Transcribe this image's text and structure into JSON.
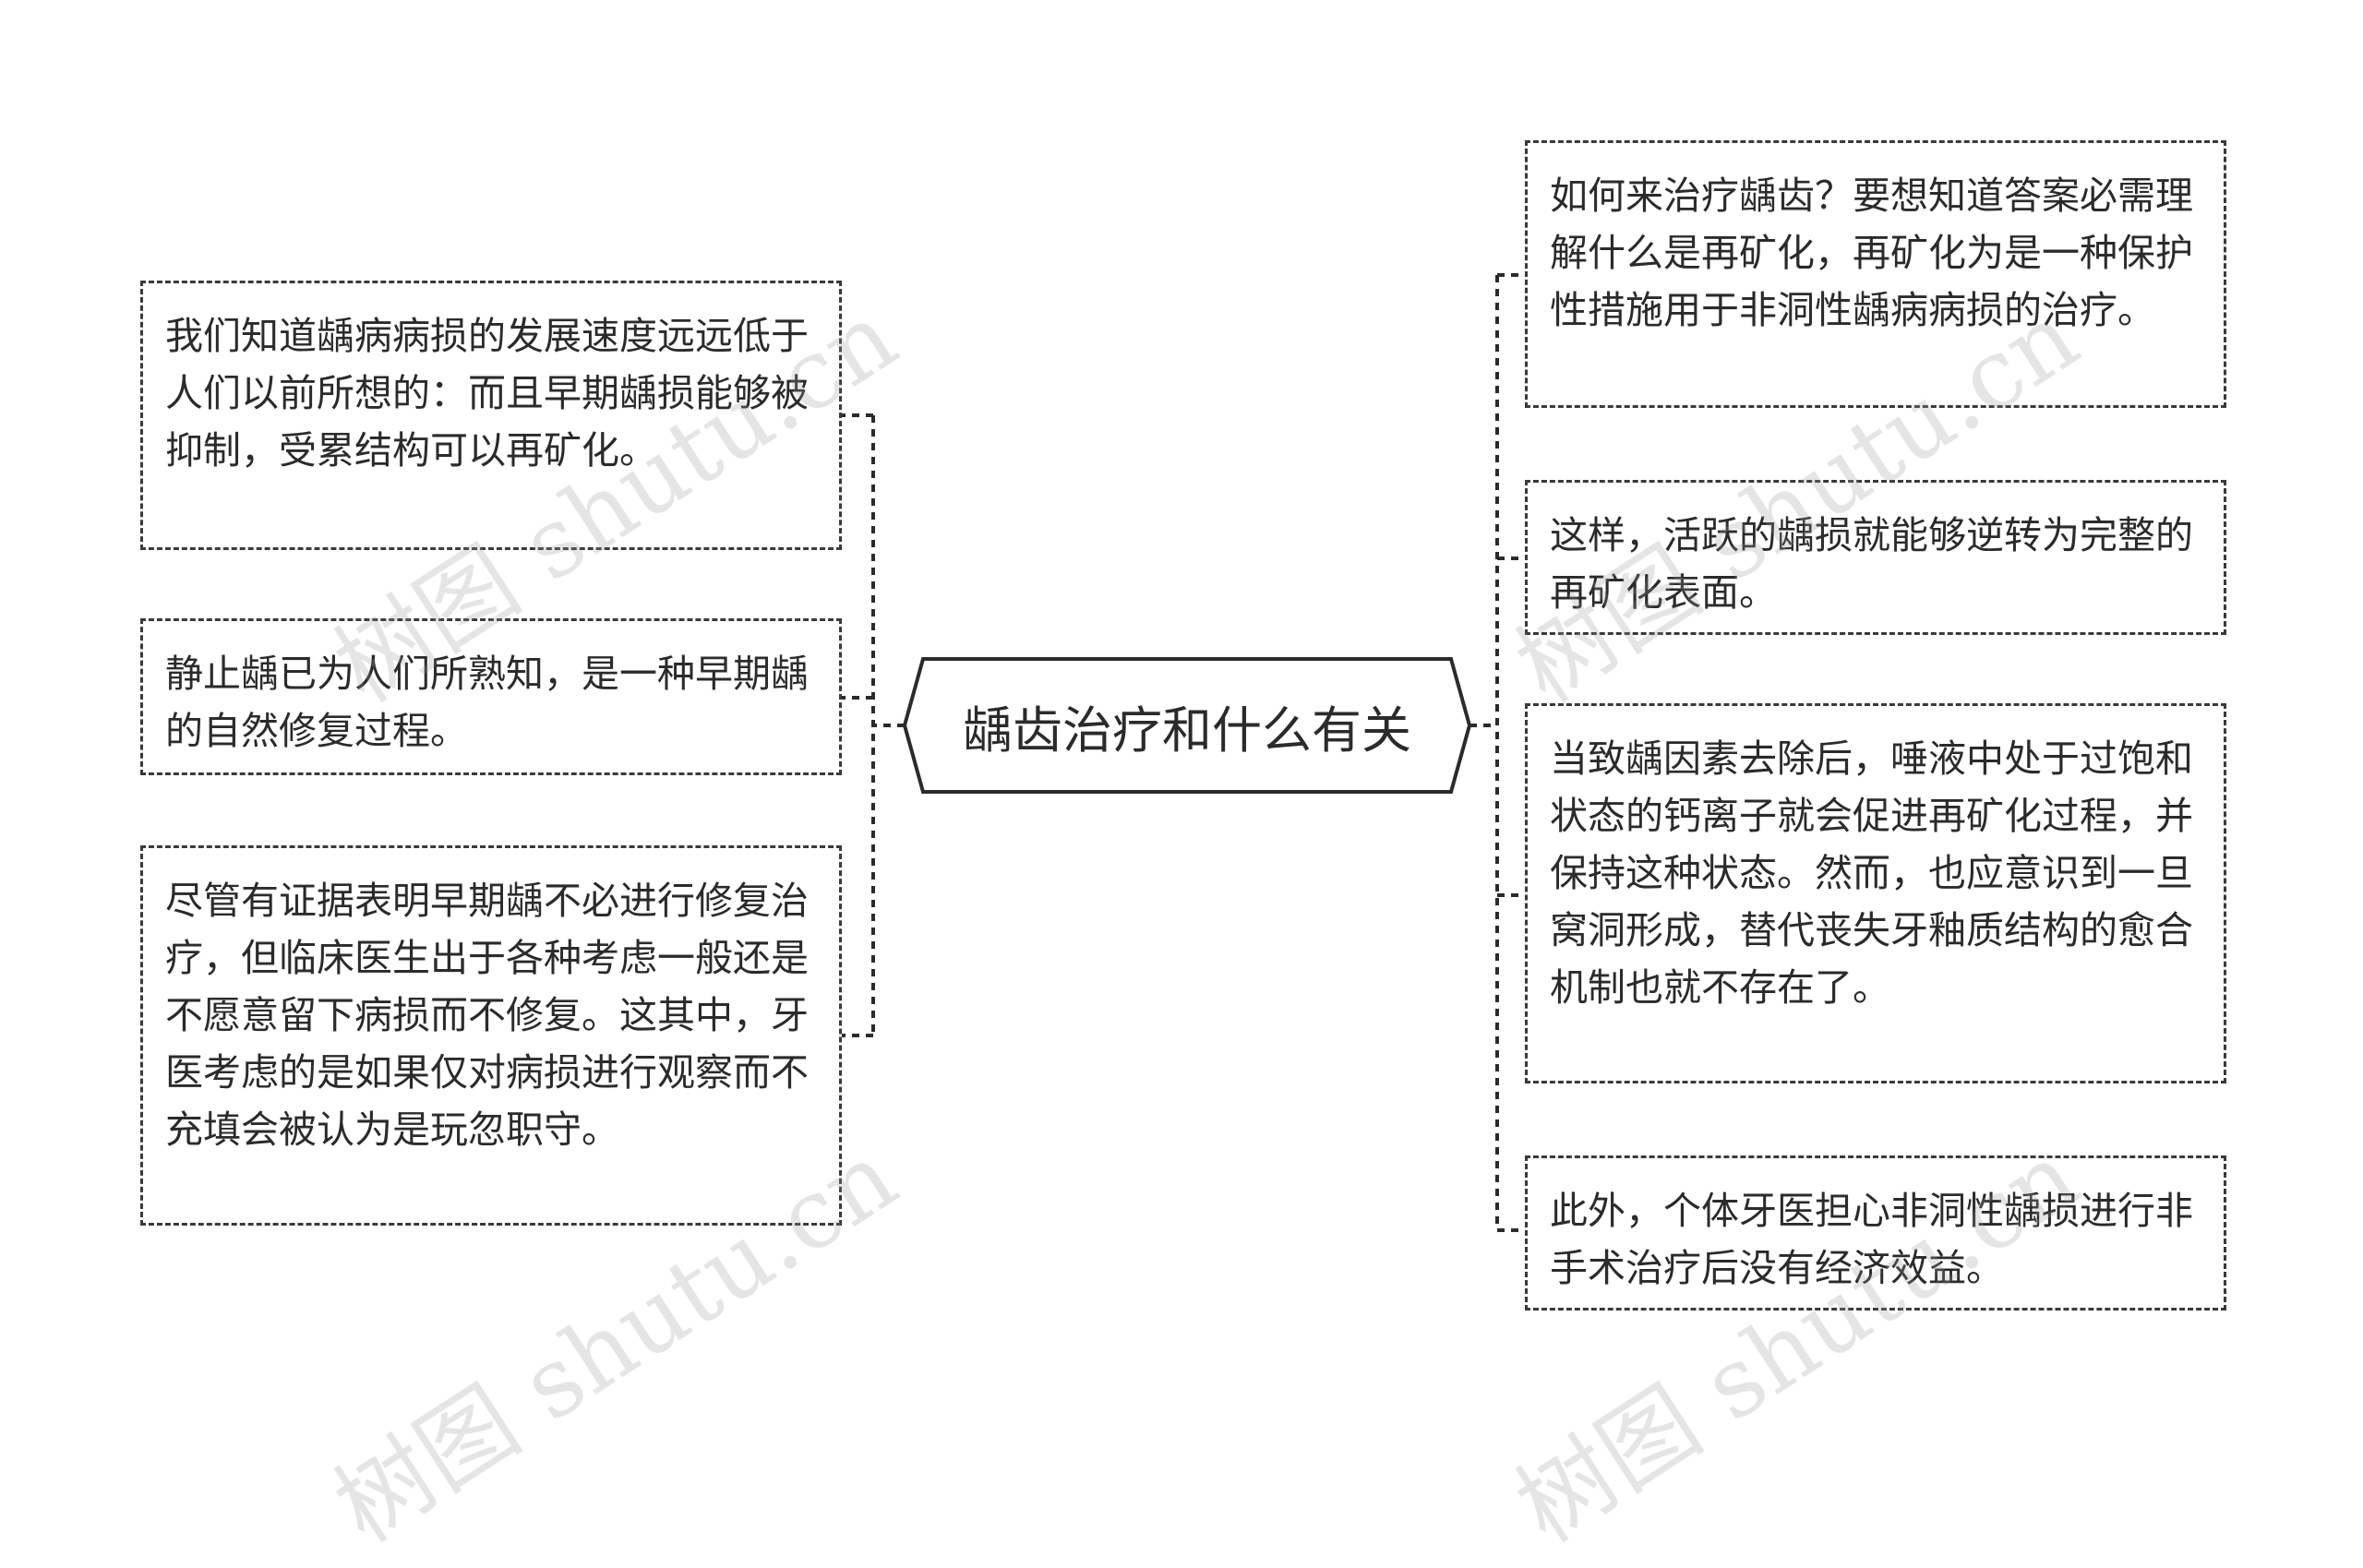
{
  "central_topic": "龋齿治疗和什么有关",
  "left_nodes": [
    {
      "text": "我们知道龋病病损的发展速度远远低于人们以前所想的：而且早期龋损能够被抑制，受累结构可以再矿化。"
    },
    {
      "text": "静止龋已为人们所熟知，是一种早期龋的自然修复过程。"
    },
    {
      "text": "尽管有证据表明早期龋不必进行修复治疗，但临床医生出于各种考虑一般还是不愿意留下病损而不修复。这其中，牙医考虑的是如果仅对病损进行观察而不充填会被认为是玩忽职守。"
    }
  ],
  "right_nodes": [
    {
      "text": "如何来治疗龋齿？要想知道答案必需理解什么是再矿化，再矿化为是一种保护性措施用于非洞性龋病病损的治疗。"
    },
    {
      "text": "这样，活跃的龋损就能够逆转为完整的再矿化表面。"
    },
    {
      "text": "当致龋因素去除后，唾液中处于过饱和状态的钙离子就会促进再矿化过程，并保持这种状态。然而，也应意识到一旦窝洞形成，替代丧失牙釉质结构的愈合机制也就不存在了。"
    },
    {
      "text": "此外，个体牙医担心非洞性龋损进行非手术治疗后没有经济效益。"
    }
  ],
  "watermarks": [
    {
      "text": "树图 shutu.cn"
    },
    {
      "text": "树图 shutu.cn"
    },
    {
      "text": "树图 shutu.cn"
    },
    {
      "text": "树图 shutu.cn"
    }
  ]
}
